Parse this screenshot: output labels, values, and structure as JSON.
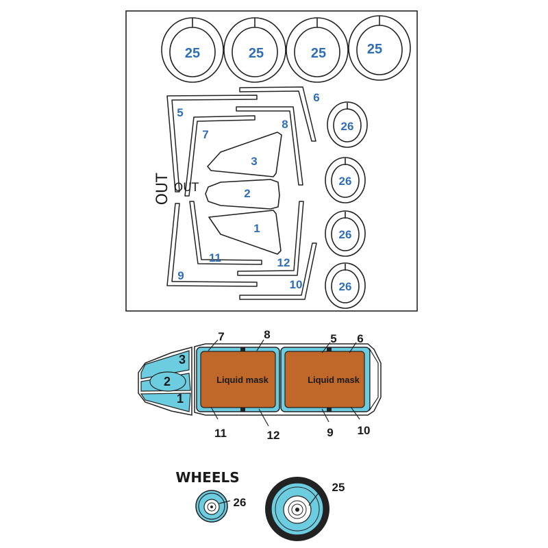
{
  "sheet": {
    "wheel_large_label": "25",
    "wheel_small_label": "26",
    "frames": {
      "f5": "5",
      "f6": "6",
      "f7": "7",
      "f8": "8",
      "f9": "9",
      "f10": "10",
      "f11": "11",
      "f12": "12"
    },
    "panels": {
      "p1": "1",
      "p2": "2",
      "p3": "3"
    },
    "out_vertical": "OUT",
    "out_horizontal": "OUT"
  },
  "canopy": {
    "labels": {
      "l1": "1",
      "l2": "2",
      "l3": "3",
      "l5": "5",
      "l6": "6",
      "l7": "7",
      "l8": "8",
      "l9": "9",
      "l10": "10",
      "l11": "11",
      "l12": "12"
    },
    "liquid_mask_label": "Liquid mask",
    "colors": {
      "glass": "#6ccde0",
      "mask": "#c0682a",
      "frame": "#222222"
    }
  },
  "wheels": {
    "title": "WHEELS",
    "small_label": "26",
    "large_label": "25"
  }
}
